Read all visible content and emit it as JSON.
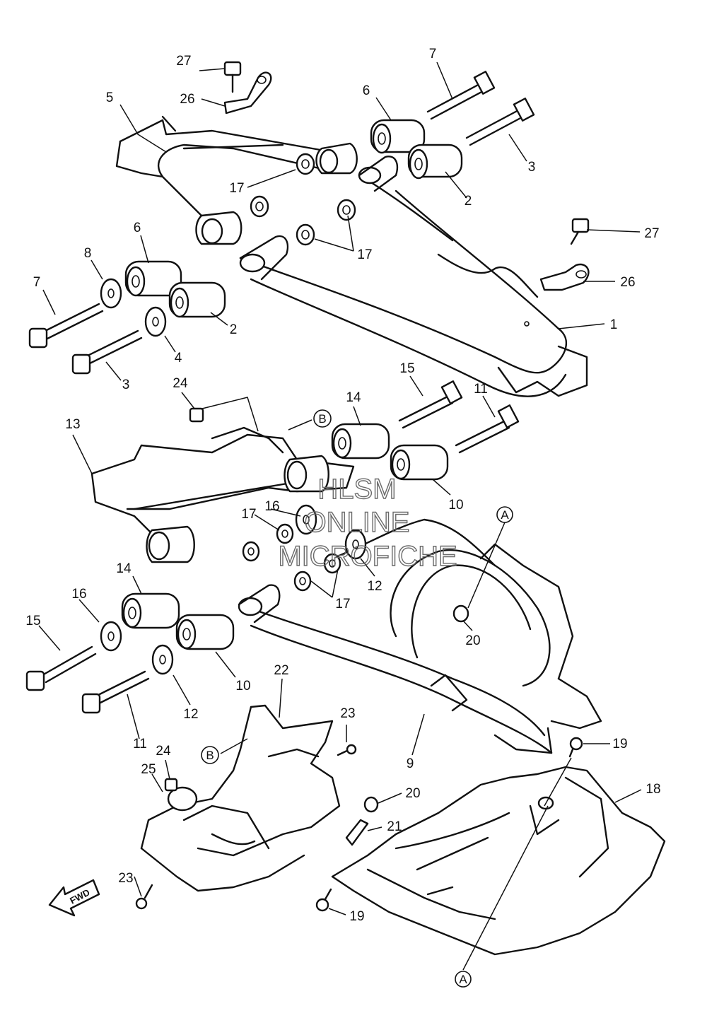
{
  "callouts": [
    {
      "id": "c27a",
      "text": "27"
    },
    {
      "id": "c26a",
      "text": "26"
    },
    {
      "id": "c5",
      "text": "5"
    },
    {
      "id": "c7a",
      "text": "7"
    },
    {
      "id": "c6a",
      "text": "6"
    },
    {
      "id": "c3a",
      "text": "3"
    },
    {
      "id": "c17a",
      "text": "17"
    },
    {
      "id": "c2a",
      "text": "2"
    },
    {
      "id": "c6b",
      "text": "6"
    },
    {
      "id": "c8",
      "text": "8"
    },
    {
      "id": "c17b",
      "text": "17"
    },
    {
      "id": "c27b",
      "text": "27"
    },
    {
      "id": "c26b",
      "text": "26"
    },
    {
      "id": "c7b",
      "text": "7"
    },
    {
      "id": "c2b",
      "text": "2"
    },
    {
      "id": "c1",
      "text": "1"
    },
    {
      "id": "c4",
      "text": "4"
    },
    {
      "id": "c3b",
      "text": "3"
    },
    {
      "id": "c24a",
      "text": "24"
    },
    {
      "id": "c15a",
      "text": "15"
    },
    {
      "id": "c14a",
      "text": "14"
    },
    {
      "id": "c11a",
      "text": "11"
    },
    {
      "id": "c13",
      "text": "13"
    },
    {
      "id": "c10a",
      "text": "10"
    },
    {
      "id": "c17c",
      "text": "17"
    },
    {
      "id": "c16a",
      "text": "16"
    },
    {
      "id": "c12a",
      "text": "12"
    },
    {
      "id": "c14b",
      "text": "14"
    },
    {
      "id": "c17d",
      "text": "17"
    },
    {
      "id": "c20a",
      "text": "20"
    },
    {
      "id": "c16b",
      "text": "16"
    },
    {
      "id": "c15b",
      "text": "15"
    },
    {
      "id": "c10b",
      "text": "10"
    },
    {
      "id": "c12b",
      "text": "12"
    },
    {
      "id": "c22",
      "text": "22"
    },
    {
      "id": "c23a",
      "text": "23"
    },
    {
      "id": "c11b",
      "text": "11"
    },
    {
      "id": "c24b",
      "text": "24"
    },
    {
      "id": "c9",
      "text": "9"
    },
    {
      "id": "c19a",
      "text": "19"
    },
    {
      "id": "c25",
      "text": "25"
    },
    {
      "id": "c20b",
      "text": "20"
    },
    {
      "id": "c18",
      "text": "18"
    },
    {
      "id": "c21",
      "text": "21"
    },
    {
      "id": "c23b",
      "text": "23"
    },
    {
      "id": "c19b",
      "text": "19"
    }
  ],
  "refs": {
    "A1": "A",
    "A2": "A",
    "B1": "B",
    "B2": "B"
  },
  "fwd_label": "FWD",
  "watermark": {
    "line1": "HLSM",
    "line2": "ONLINE",
    "line3": "MICROFICHE"
  }
}
